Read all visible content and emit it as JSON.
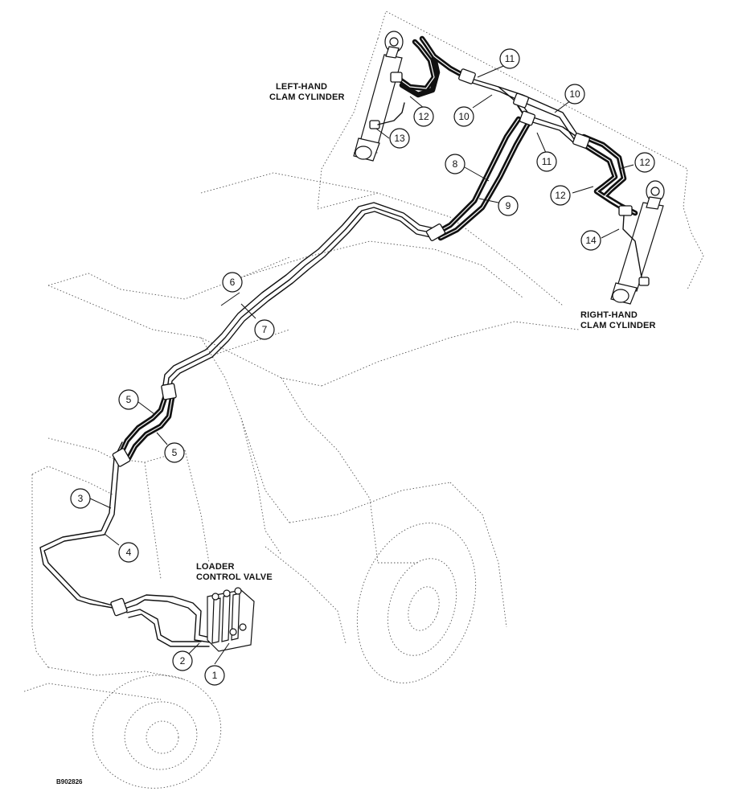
{
  "labels": {
    "left_cylinder": [
      "LEFT-HAND",
      "CLAM CYLINDER"
    ],
    "right_cylinder": [
      "RIGHT-HAND",
      "CLAM CYLINDER"
    ],
    "control_valve": [
      "LOADER",
      "CONTROL VALVE"
    ]
  },
  "figure_id": "B902826",
  "callouts": [
    {
      "n": "1"
    },
    {
      "n": "2"
    },
    {
      "n": "3"
    },
    {
      "n": "4"
    },
    {
      "n": "5"
    },
    {
      "n": "5"
    },
    {
      "n": "6"
    },
    {
      "n": "7"
    },
    {
      "n": "8"
    },
    {
      "n": "9"
    },
    {
      "n": "10"
    },
    {
      "n": "10"
    },
    {
      "n": "11"
    },
    {
      "n": "11"
    },
    {
      "n": "12"
    },
    {
      "n": "12"
    },
    {
      "n": "12"
    },
    {
      "n": "13"
    },
    {
      "n": "14"
    }
  ]
}
